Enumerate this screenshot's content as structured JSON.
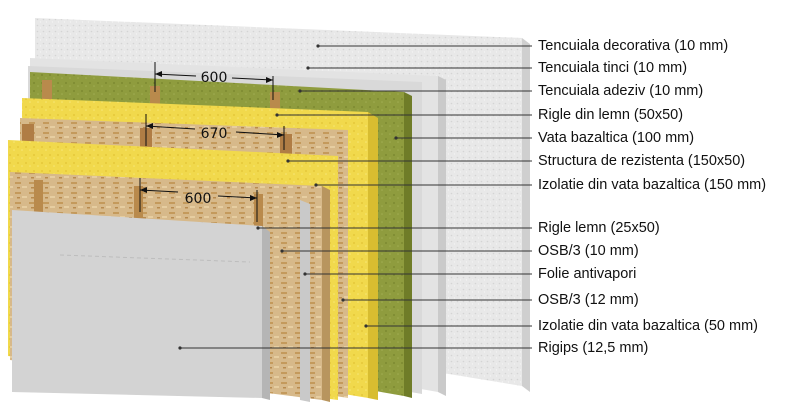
{
  "layers": [
    {
      "label": "Tencuiala decorativa (10 mm)",
      "color": "#e9e9e9"
    },
    {
      "label": "Tencuiala tinci (10 mm)",
      "color": "#e2e2e2"
    },
    {
      "label": "Tencuiala adeziv (10 mm)",
      "color": "#d9d9d9"
    },
    {
      "label": "Rigle din lemn (50x50)",
      "color": "#b98a4c"
    },
    {
      "label": "Vata bazaltica (100 mm)",
      "color": "#8c9a3c"
    },
    {
      "label": "Structura de rezistenta (150x50)",
      "color": "#b07d45"
    },
    {
      "label": "Izolatie din vata bazaltica (150 mm)",
      "color": "#f0d84a"
    },
    {
      "label": "Rigle lemn (25x50)",
      "color": "#b98a4c"
    },
    {
      "label": "OSB/3 (10 mm)",
      "color": "#d7b98a"
    },
    {
      "label": "Folie antivapori",
      "color": "#d0d0d0"
    },
    {
      "label": "OSB/3 (12 mm)",
      "color": "#d2b07a"
    },
    {
      "label": "Izolatie din vata bazaltica (50 mm)",
      "color": "#f0d84a"
    },
    {
      "label": "Rigips (12,5 mm)",
      "color": "#cfcfcf"
    }
  ],
  "dimensions": [
    "600",
    "670",
    "600"
  ]
}
